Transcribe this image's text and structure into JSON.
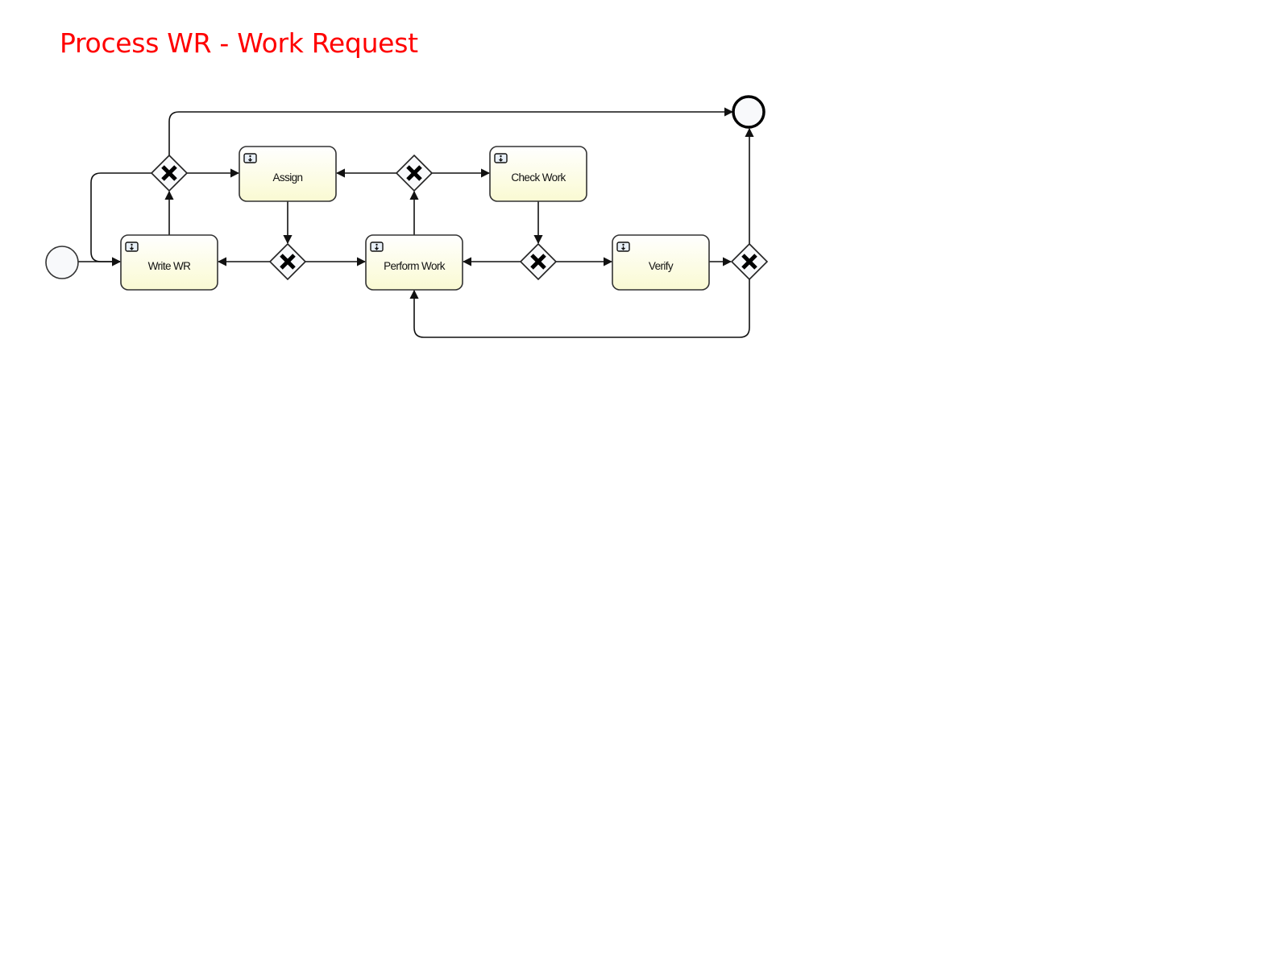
{
  "title": "Process WR - Work Request",
  "colors": {
    "title": "#ff0000",
    "task_fill_top": "#ffffff",
    "task_fill_bottom": "#fafad2",
    "stroke": "#222222"
  },
  "tasks": [
    {
      "id": "write_wr",
      "label": "Write WR",
      "icon": "user-task-icon"
    },
    {
      "id": "assign",
      "label": "Assign",
      "icon": "user-task-icon"
    },
    {
      "id": "perform_work",
      "label": "Perform Work",
      "icon": "user-task-icon"
    },
    {
      "id": "check_work",
      "label": "Check Work",
      "icon": "user-task-icon"
    },
    {
      "id": "verify",
      "label": "Verify",
      "icon": "user-task-icon"
    }
  ],
  "gateways": [
    "gw1",
    "gw2",
    "gw3",
    "gw4",
    "gw5"
  ],
  "events": {
    "start": "start-event",
    "end": "end-event"
  },
  "flows": [
    [
      "start",
      "write_wr"
    ],
    [
      "write_wr",
      "gw1"
    ],
    [
      "gw1",
      "write_wr"
    ],
    [
      "gw1",
      "assign"
    ],
    [
      "gw1",
      "end"
    ],
    [
      "assign",
      "gw2"
    ],
    [
      "gw2",
      "write_wr"
    ],
    [
      "gw2",
      "perform_work"
    ],
    [
      "perform_work",
      "gw3"
    ],
    [
      "gw3",
      "assign"
    ],
    [
      "gw3",
      "check_work"
    ],
    [
      "check_work",
      "gw4"
    ],
    [
      "gw4",
      "perform_work"
    ],
    [
      "gw4",
      "verify"
    ],
    [
      "verify",
      "gw5"
    ],
    [
      "gw5",
      "end"
    ],
    [
      "gw5",
      "perform_work"
    ]
  ]
}
